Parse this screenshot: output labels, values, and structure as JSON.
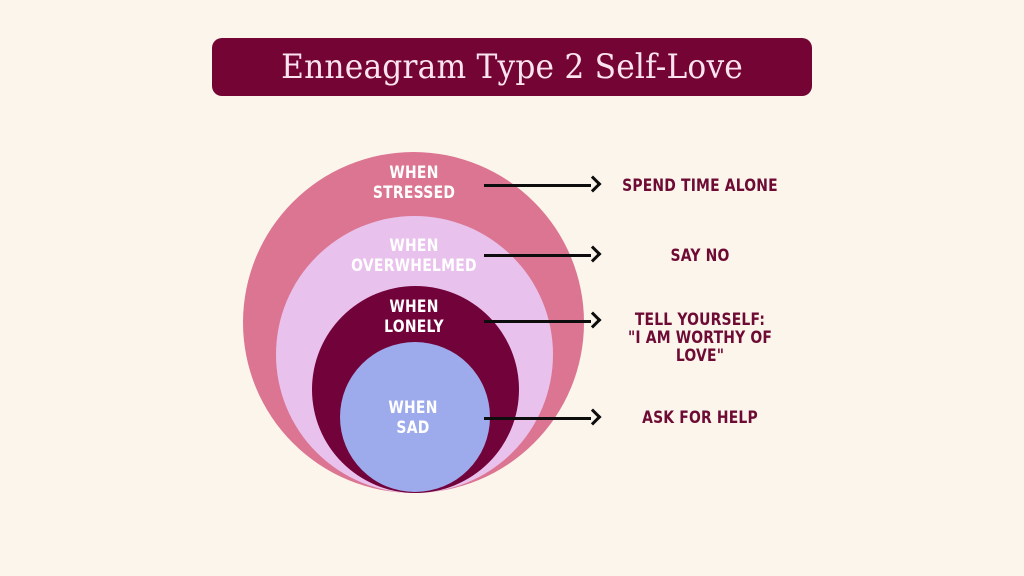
{
  "title": "Enneagram Type 2 Self-Love",
  "colors": {
    "background": "#fcf5ec",
    "title_bar": "#740433",
    "title_text": "#fbe4f0",
    "ring_stressed": "#db7591",
    "ring_overwhelmed": "#e9c1ed",
    "ring_lonely": "#72023a",
    "ring_sad": "#9daaec",
    "action_text": "#6e0b34",
    "arrow": "#0d0d0d"
  },
  "rings": [
    {
      "line1": "WHEN",
      "line2": "STRESSED"
    },
    {
      "line1": "WHEN",
      "line2": "OVERWHELMED"
    },
    {
      "line1": "WHEN",
      "line2": "LONELY"
    },
    {
      "line1": "WHEN",
      "line2": "SAD"
    }
  ],
  "actions": [
    {
      "line1": "SPEND TIME ALONE"
    },
    {
      "line1": "SAY NO"
    },
    {
      "line1": "TELL YOURSELF:",
      "line2": "\"I AM WORTHY OF",
      "line3": "LOVE\""
    },
    {
      "line1": "ASK FOR HELP"
    }
  ]
}
